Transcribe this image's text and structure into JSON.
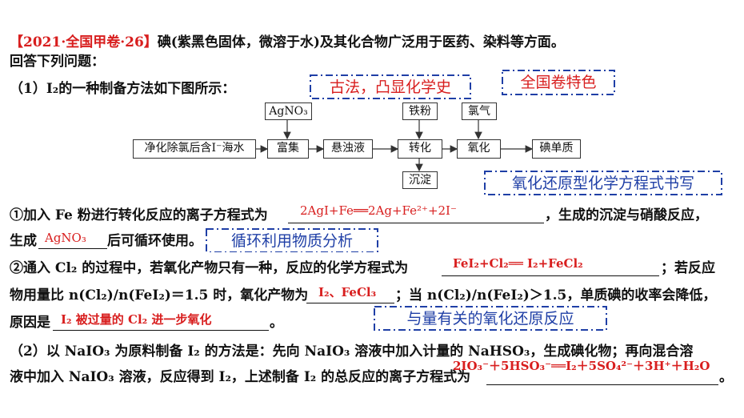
{
  "header": {
    "source": "【2021·全国甲卷·26】",
    "intro": "碘(紫黑色固体，微溶于水)及其化合物广泛用于医药、染料等方面。",
    "prompt": "回答下列问题："
  },
  "part1": {
    "lead": "（1）I₂的一种制备方法如下图所示："
  },
  "tags": {
    "history": "古法，凸显化学史",
    "feature": "全国卷特色",
    "redox": "氧化还原型化学方程式书写",
    "recycle": "循环利用物质分析",
    "amount": "与量有关的氧化还原反应"
  },
  "flow": {
    "source": "净化除氯后含I⁻海水",
    "enrich": "富集",
    "suspension": "悬浊液",
    "convert": "转化",
    "oxidize": "氧化",
    "product": "碘单质",
    "agno3": "AgNO₃",
    "iron": "铁粉",
    "chlorine": "氯气",
    "precipitate": "沉淀"
  },
  "q1": {
    "text_a": "①加入 Fe 粉进行转化反应的离子方程式为",
    "answer_a": "2AgI+Fe══2Ag+Fe²⁺+2I⁻",
    "text_b": "，生成的沉淀与硝酸反应，",
    "text_c": "生成",
    "answer_c": "AgNO₃",
    "text_d": "后可循环使用。"
  },
  "q2": {
    "text_a": "②通入 Cl₂ 的过程中，若氧化产物只有一种，反应的化学方程式为",
    "answer_a": "FeI₂+Cl₂══ I₂+FeCl₂",
    "text_b": "；若反应",
    "text_c": "物用量比 n(Cl₂)/n(FeI₂)＝1.5 时，氧化产物为",
    "answer_c": "I₂、FeCl₃",
    "text_d": "；当 n(Cl₂)/n(FeI₂)＞1.5，单质碘的收率会降低，",
    "text_e": "原因是",
    "answer_e": "I₂ 被过量的 Cl₂ 进一步氧化",
    "text_f": "。"
  },
  "part2": {
    "line1": "（2）以 NaIO₃ 为原料制备 I₂ 的方法是：先向 NaIO₃ 溶液中加入计量的 NaHSO₃，生成碘化物；再向混合溶",
    "line2": "液中加入 NaIO₃ 溶液，反应得到 I₂，上述制备 I₂ 的总反应的离子方程式为",
    "line2_end": "。",
    "answer": "2IO₃⁻＋5HSO₃⁻══I₂＋5SO₄²⁻＋3H⁺＋H₂O"
  }
}
